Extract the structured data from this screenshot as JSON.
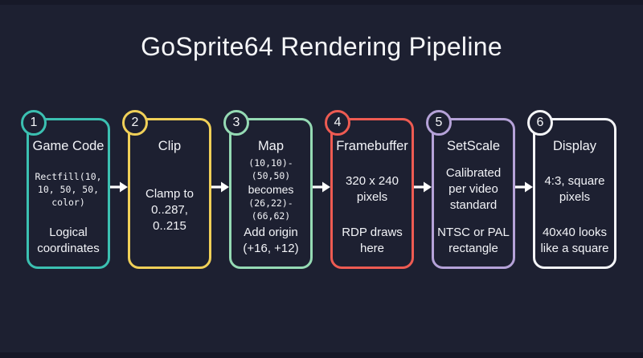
{
  "page": {
    "title": "GoSprite64 Rendering Pipeline",
    "background": "#1d2031",
    "text_color": "#f2f3f7",
    "arrow_color": "#ffffff"
  },
  "boxes": [
    {
      "num": "1",
      "color": "#3bc0b1",
      "title": "Game Code",
      "mid": [
        {
          "text": "Rectfill(10,",
          "mono": true
        },
        {
          "text": "10, 50, 50,",
          "mono": true
        },
        {
          "text": "color)",
          "mono": true
        }
      ],
      "bottom": [
        "Logical",
        "coordinates"
      ]
    },
    {
      "num": "2",
      "color": "#f0d058",
      "title": "Clip",
      "mid": [
        {
          "text": "Clamp to"
        },
        {
          "text": "0..287,"
        },
        {
          "text": "0..215"
        }
      ],
      "bottom": []
    },
    {
      "num": "3",
      "color": "#95dab4",
      "title": "Map",
      "mid": [
        {
          "text": "(10,10)-",
          "mono": true
        },
        {
          "text": "(50,50)",
          "mono": true
        },
        {
          "text": "becomes",
          "small": true
        },
        {
          "text": "(26,22)-",
          "mono": true
        },
        {
          "text": "(66,62)",
          "mono": true
        }
      ],
      "bottom": [
        "Add origin",
        "(+16, +12)"
      ]
    },
    {
      "num": "4",
      "color": "#ee5b52",
      "title": "Framebuffer",
      "mid": [
        {
          "text": "320 x 240"
        },
        {
          "text": "pixels"
        }
      ],
      "bottom": [
        "RDP draws",
        "here"
      ]
    },
    {
      "num": "5",
      "color": "#b5a2d8",
      "title": "SetScale",
      "mid": [
        {
          "text": "Calibrated"
        },
        {
          "text": "per video"
        },
        {
          "text": "standard"
        }
      ],
      "bottom": [
        "NTSC or PAL",
        "rectangle"
      ]
    },
    {
      "num": "6",
      "color": "#f4f5f8",
      "title": "Display",
      "mid": [
        {
          "text": "4:3, square"
        },
        {
          "text": "pixels"
        }
      ],
      "bottom": [
        "40x40 looks",
        "like a square"
      ]
    }
  ]
}
